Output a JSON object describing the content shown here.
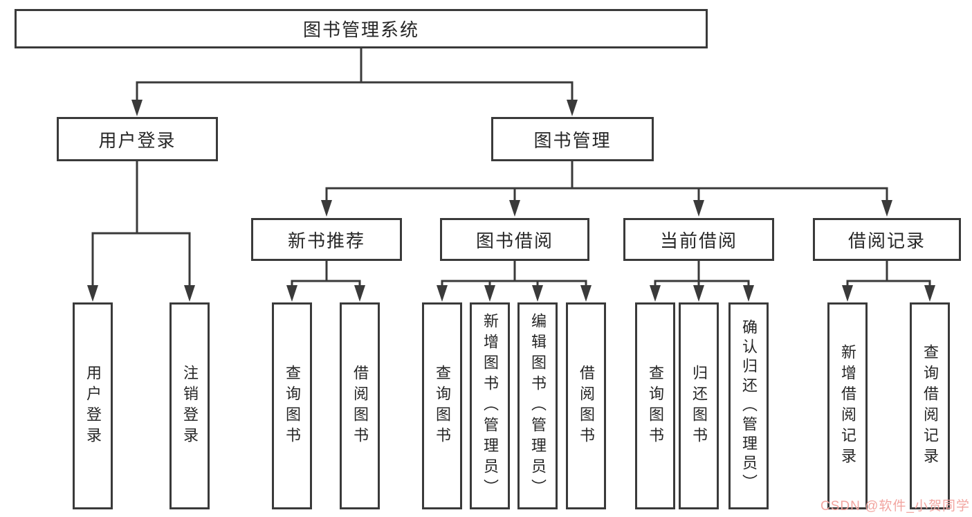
{
  "diagram": {
    "type": "hierarchy-tree",
    "background": "#ffffff"
  },
  "colors": {
    "line": "#3a3a3a",
    "box_border": "#3a3a3a",
    "box_fill": "#ffffff",
    "text": "#262626",
    "watermark": "#f2a5a0"
  },
  "nodes": {
    "root": "图书管理系统",
    "user_login": "用户登录",
    "book_mgmt": "图书管理",
    "new_book_rec": "新书推荐",
    "book_borrow": "图书借阅",
    "current_borrow": "当前借阅",
    "borrow_records": "借阅记录",
    "leaf_user_login": "用户登录",
    "leaf_logout": "注销登录",
    "leaf_query_book_rec": "查询图书",
    "leaf_borrow_book_rec": "借阅图书",
    "leaf_query_book_borrow": "查询图书",
    "leaf_add_book_admin": "新增图书（管理员）",
    "leaf_edit_book_admin": "编辑图书（管理员）",
    "leaf_borrow_book_borrow": "借阅图书",
    "leaf_query_book_current": "查询图书",
    "leaf_return_book": "归还图书",
    "leaf_confirm_return_admin": "确认归还（管理员）",
    "leaf_add_borrow_record": "新增借阅记录",
    "leaf_query_borrow_record": "查询借阅记录"
  },
  "watermark": {
    "text": "CSDN @软件_小贺同学"
  }
}
